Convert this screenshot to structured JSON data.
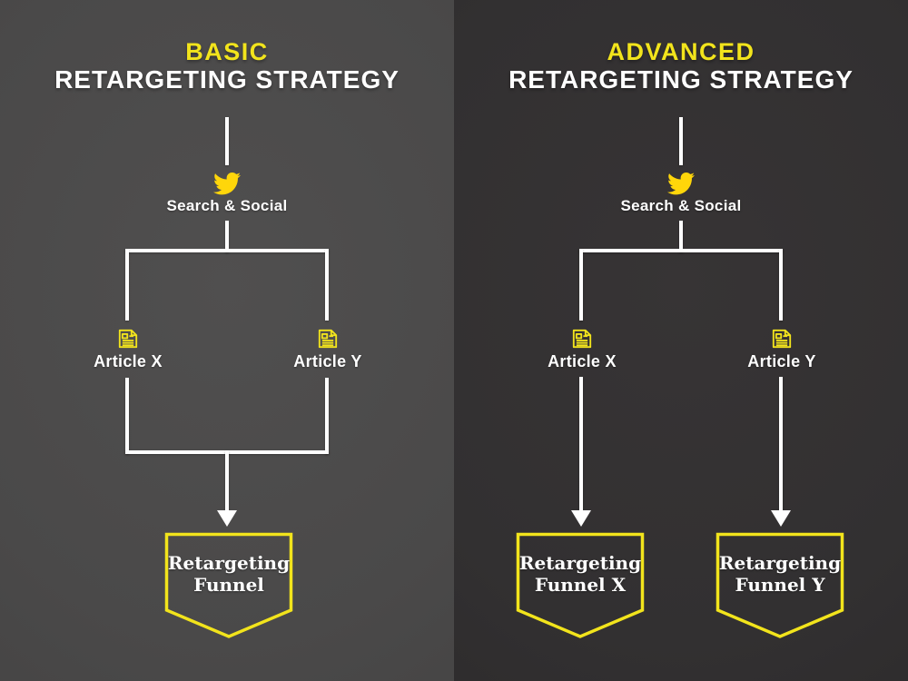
{
  "colors": {
    "accent_yellow": "#F2E41C",
    "bird_yellow": "#FFD60A",
    "panel_left_bg": "#4A4949",
    "panel_right_bg": "#323031",
    "line_white": "#FFFFFF"
  },
  "panels": [
    {
      "title_highlight": "BASIC",
      "title_rest": "RETARGETING STRATEGY",
      "source": {
        "icon": "twitter-bird",
        "label": "Search & Social"
      },
      "articles": [
        {
          "icon": "newspaper",
          "label": "Article X"
        },
        {
          "icon": "newspaper",
          "label": "Article Y"
        }
      ],
      "flow": "merged",
      "funnels": [
        {
          "line1": "Retargeting",
          "line2": "Funnel"
        }
      ]
    },
    {
      "title_highlight": "ADVANCED",
      "title_rest": "RETARGETING STRATEGY",
      "source": {
        "icon": "twitter-bird",
        "label": "Search & Social"
      },
      "articles": [
        {
          "icon": "newspaper",
          "label": "Article X"
        },
        {
          "icon": "newspaper",
          "label": "Article Y"
        }
      ],
      "flow": "split",
      "funnels": [
        {
          "line1": "Retargeting",
          "line2": "Funnel X"
        },
        {
          "line1": "Retargeting",
          "line2": "Funnel Y"
        }
      ]
    }
  ]
}
